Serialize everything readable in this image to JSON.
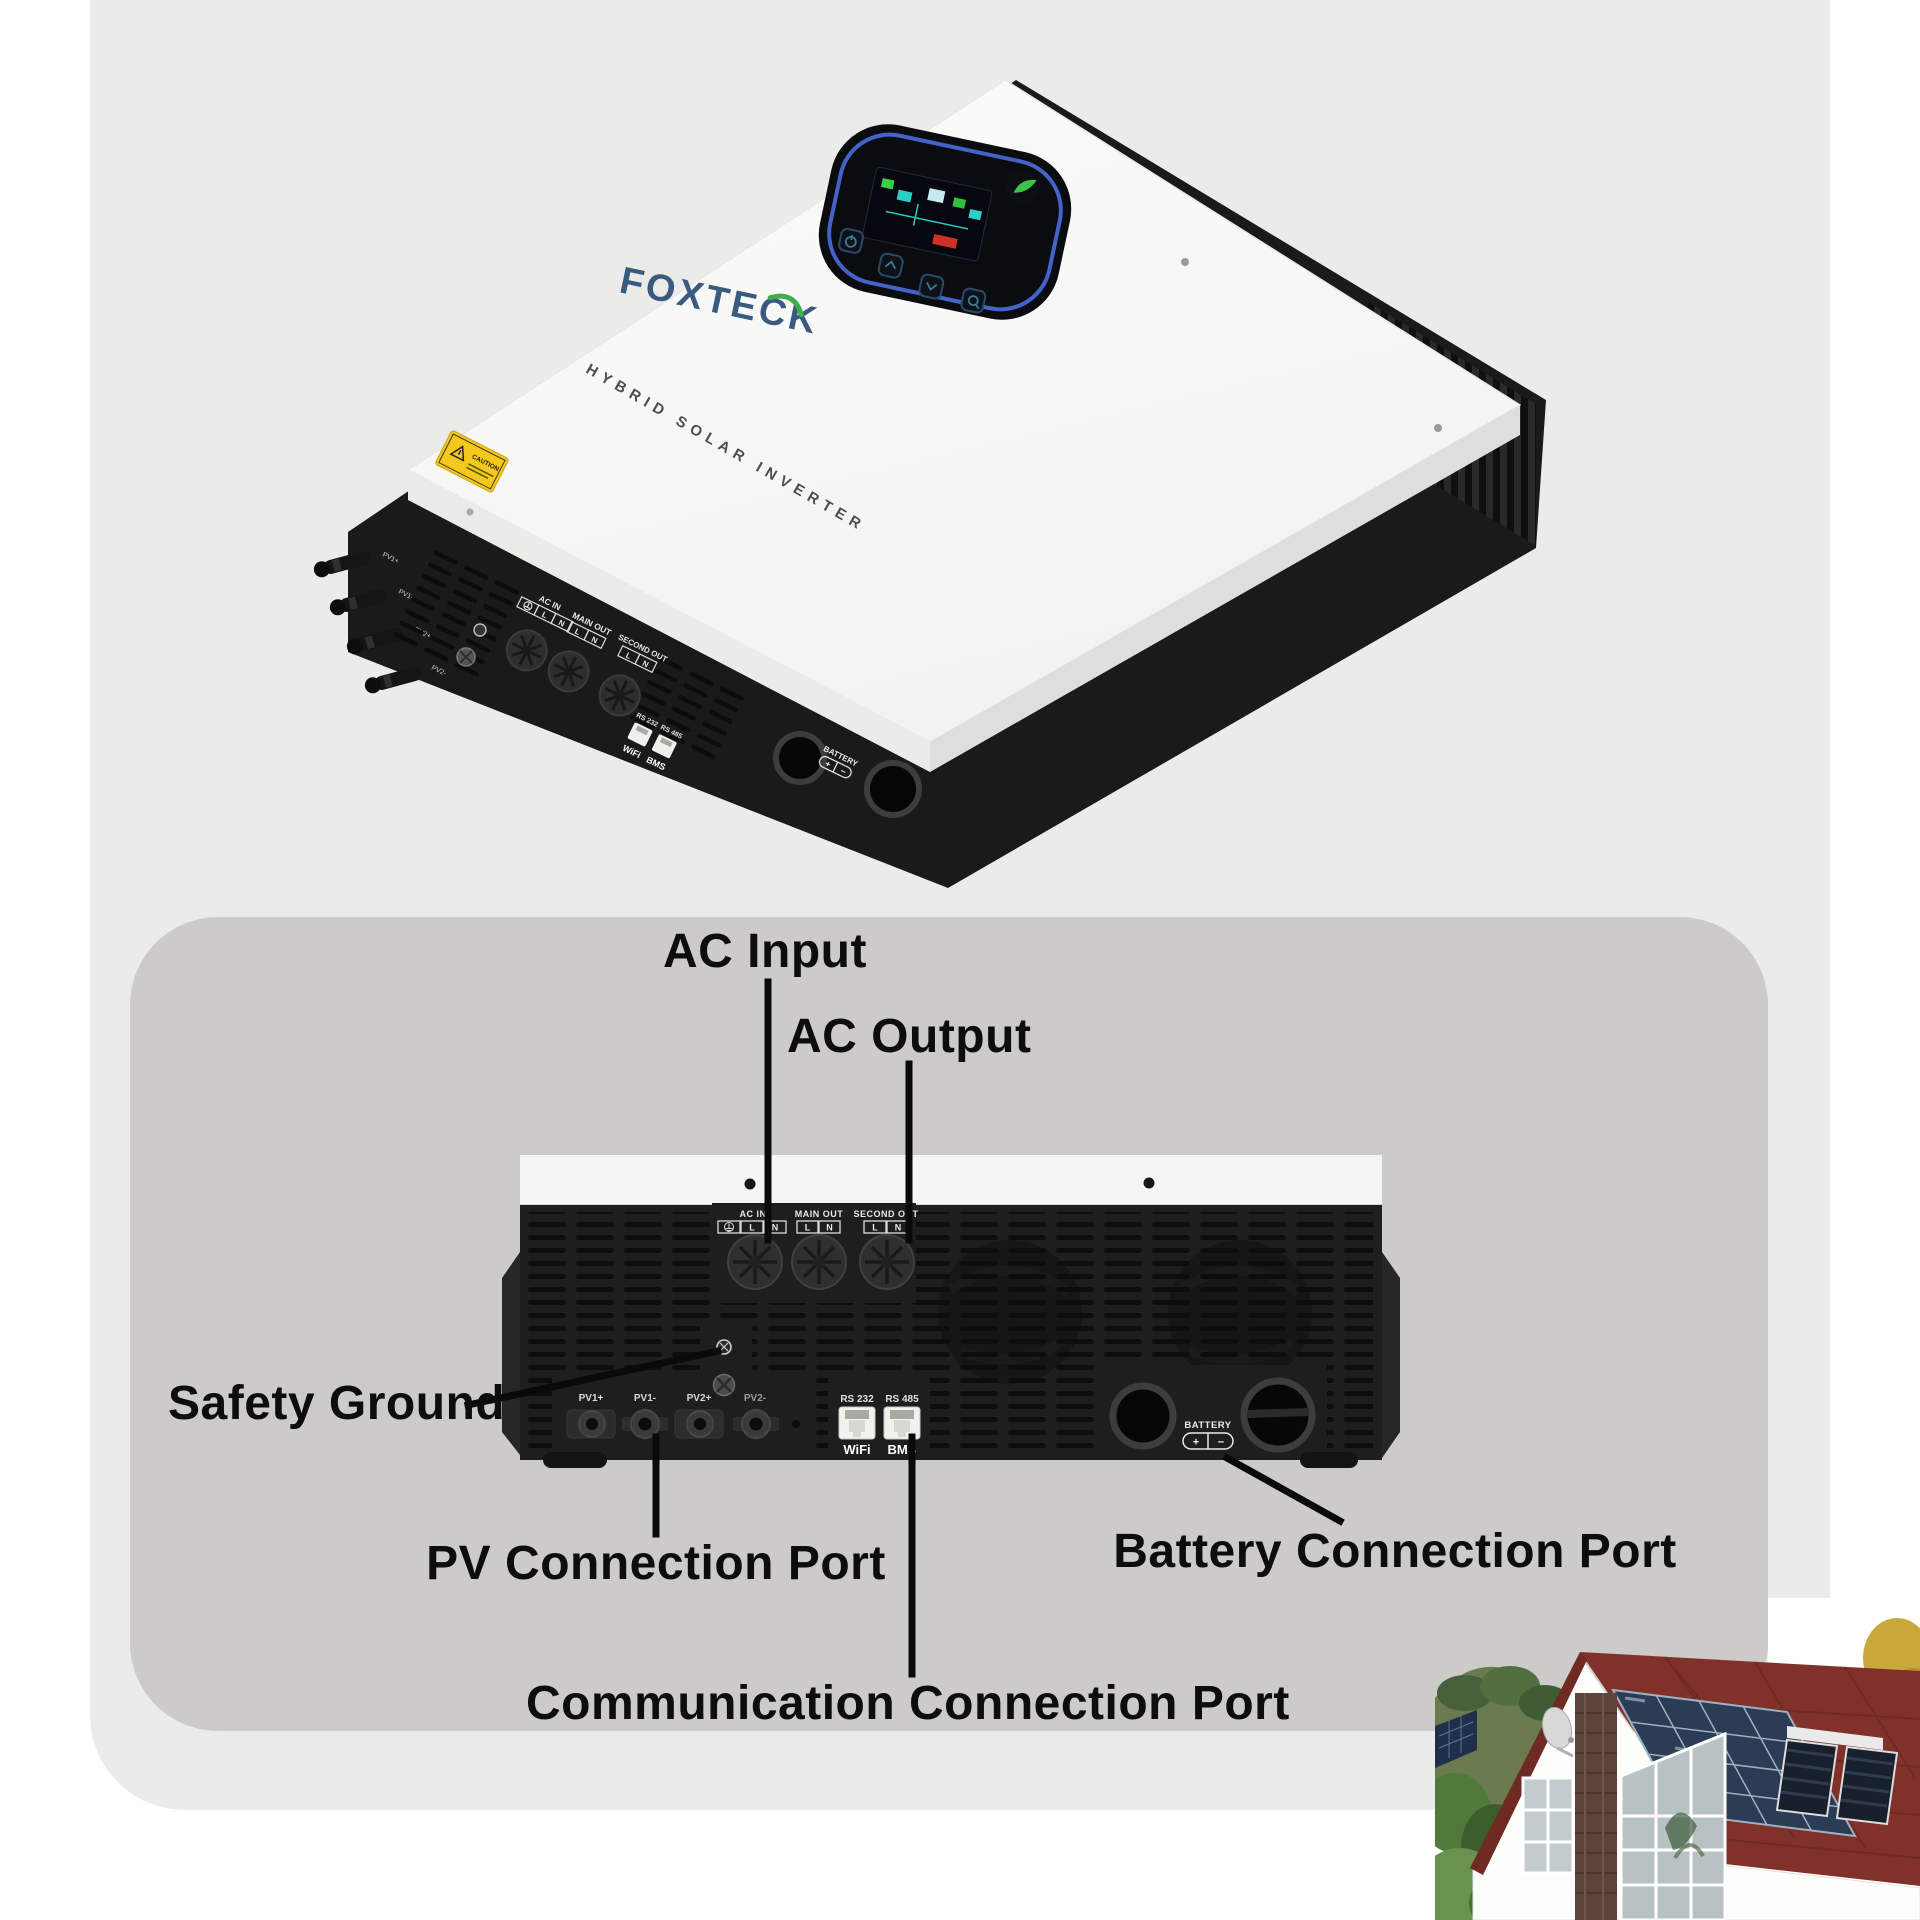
{
  "product": {
    "brand": "FOXTECK",
    "tagline": "HYBRID SOLAR INVERTER",
    "caution": "CAUTION"
  },
  "ports": {
    "ac_in": "AC IN",
    "main_out": "MAIN OUT",
    "second_out": "SECOND OUT",
    "l": "L",
    "n": "N",
    "pv": [
      "PV1+",
      "PV1-",
      "PV2+",
      "PV2-"
    ],
    "rs232": "RS 232",
    "rs485": "RS 485",
    "wifi": "WiFi",
    "bms": "BMS",
    "battery": "BATTERY",
    "plus": "+",
    "minus": "−"
  },
  "callouts": {
    "ac_input": "AC Input",
    "ac_output": "AC Output",
    "safety_ground": "Safety Ground",
    "pv": "PV Connection Port",
    "battery": "Battery Connection Port",
    "communication": "Communication Connection Port"
  },
  "colors": {
    "page_bg": "#ffffff",
    "content_bg": "#ebebea",
    "callout_panel_bg": "#cccbc9",
    "device_black": "#1d1d1d",
    "device_white": "#f9f9f8",
    "brand_blue": "#3a5a80",
    "leaf_green": "#3ec24e",
    "display_ring_blue": "#4a6bd8",
    "caution_yellow": "#f4c81e",
    "callout_text": "#0d0d0d",
    "roof_red": "#803129",
    "solar_panel_blue": "#2b3c55"
  }
}
